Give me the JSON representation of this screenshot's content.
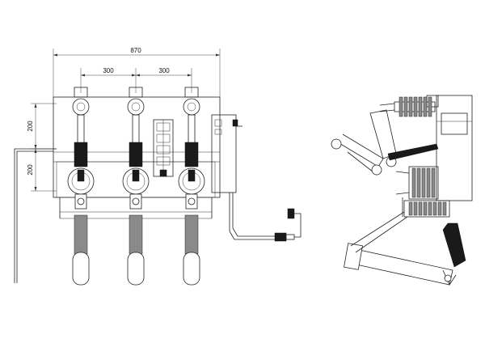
{
  "dimensions": {
    "overall_width": "870",
    "phase_spacing_left": "300",
    "phase_spacing_right": "300",
    "vertical_upper": "200",
    "vertical_lower": "200"
  }
}
